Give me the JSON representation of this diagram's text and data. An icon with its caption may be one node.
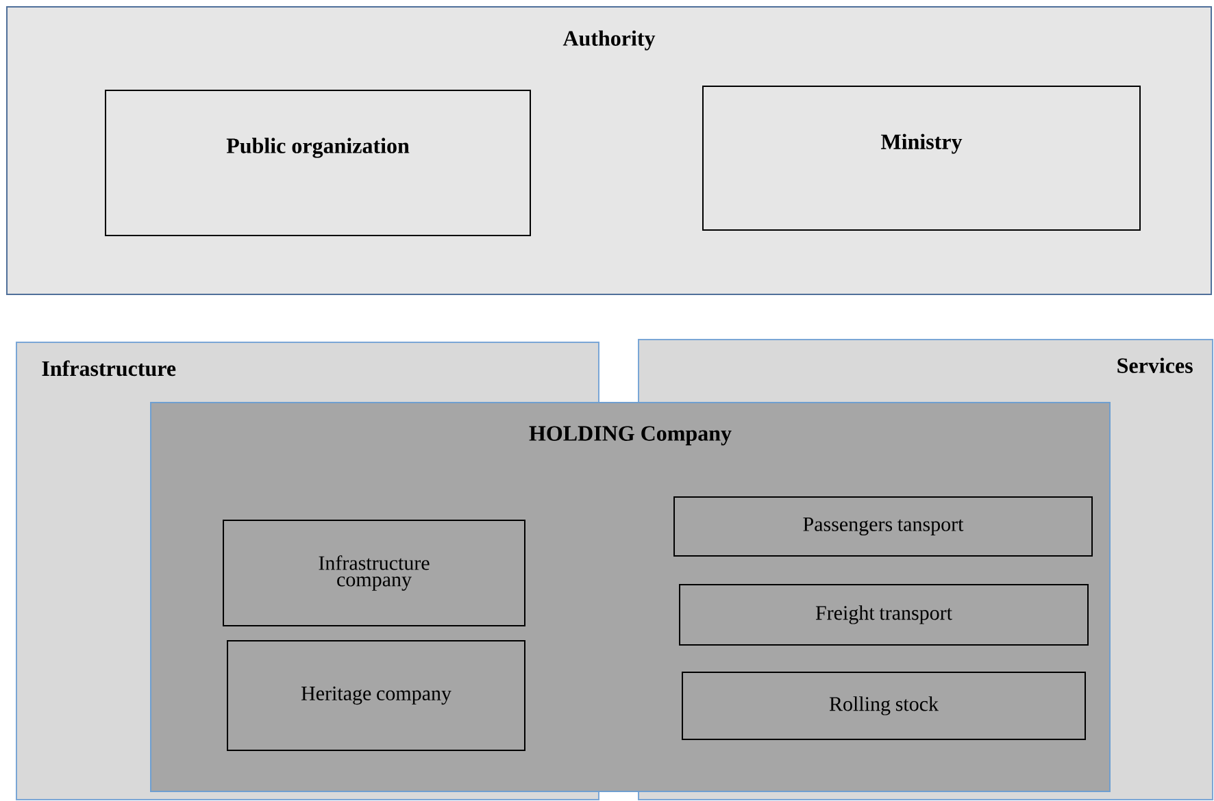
{
  "diagram": {
    "nodes": [
      {
        "text": [
          "Authority"
        ]
      },
      {
        "text": [
          "Public organization"
        ],
        "in": 0
      },
      {
        "text": [
          "Ministry"
        ],
        "in": 0
      },
      {
        "text": [
          "Infrastructure"
        ]
      },
      {
        "text": [
          "Services"
        ]
      },
      {
        "text": [
          "HOLDING Company"
        ]
      },
      {
        "text": [
          "Infrastructure company"
        ]
      },
      {
        "text": [
          "Heritage company"
        ]
      },
      {
        "text": [
          "Passengers tansport"
        ]
      },
      {
        "text": [
          "Freight transport"
        ]
      },
      {
        "text": [
          "Rolling stock"
        ]
      }
    ]
  }
}
